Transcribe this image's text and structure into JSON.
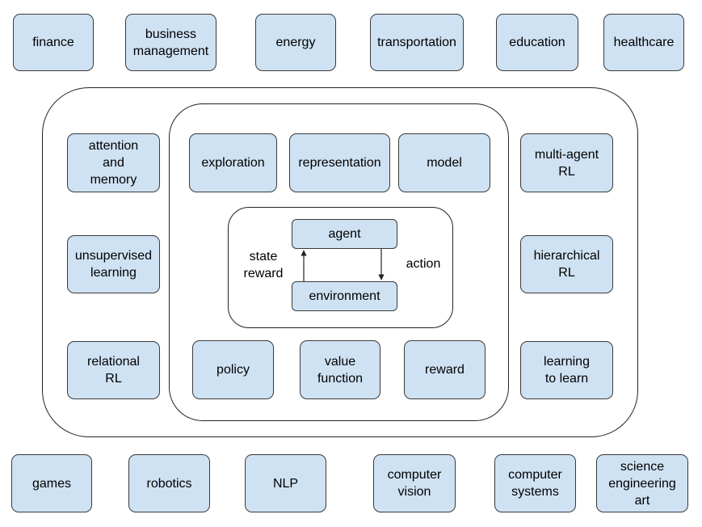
{
  "applications_top": [
    "finance",
    "business\nmanagement",
    "energy",
    "transportation",
    "education",
    "healthcare"
  ],
  "applications_bottom": [
    "games",
    "robotics",
    "NLP",
    "computer\nvision",
    "computer\nsystems",
    "science\nengineering\nart"
  ],
  "mechanisms_left": [
    "attention\nand\nmemory",
    "unsupervised\nlearning",
    "relational\nRL"
  ],
  "mechanisms_right": [
    "multi-agent\nRL",
    "hierarchical\nRL",
    "learning\nto learn"
  ],
  "elements_top": [
    "exploration",
    "representation",
    "model"
  ],
  "elements_bottom": [
    "policy",
    "value\nfunction",
    "reward"
  ],
  "core": {
    "agent": "agent",
    "environment": "environment",
    "state_reward": "state\nreward",
    "action": "action"
  },
  "colors": {
    "box_fill": "#cfe2f3",
    "border": "#3a3a3a"
  }
}
